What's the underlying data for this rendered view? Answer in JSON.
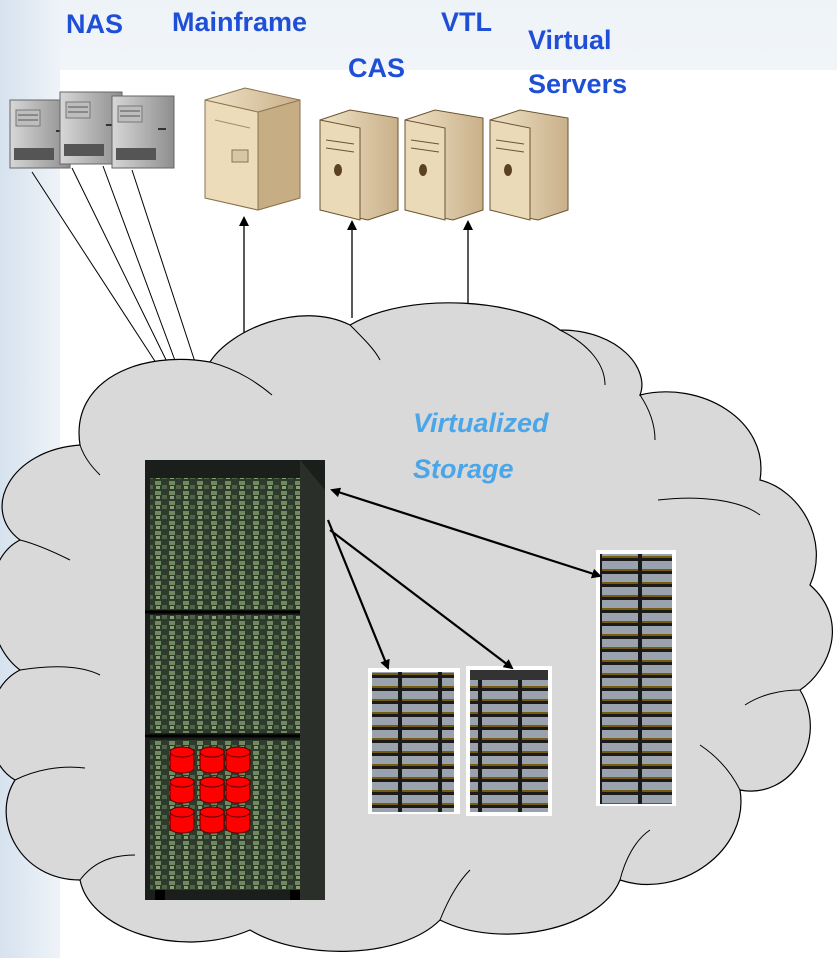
{
  "labels": {
    "nas": "NAS",
    "mainframe": "Mainframe",
    "vtl": "VTL",
    "cas": "CAS",
    "virtual_servers_line1": "Virtual",
    "virtual_servers_line2": "Servers"
  },
  "cloud": {
    "line1": "Virtualized",
    "line2": "Storage",
    "fill": "#d9d9d9"
  },
  "colors": {
    "label_blue": "#1f4fd6",
    "cloud_text": "#4aa6e8",
    "disk_red": "#ff0000"
  },
  "icons": [
    "nas-server-icon",
    "mainframe-server-icon",
    "tower-server-icon",
    "storage-rack-icon",
    "disk-cylinder-icon"
  ]
}
